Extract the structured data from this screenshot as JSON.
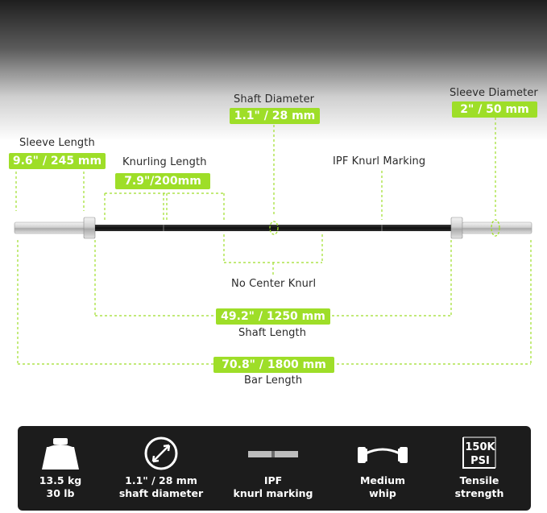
{
  "annotations": {
    "sleeve_length": {
      "label": "Sleeve Length",
      "value": "9.6\" / 245 mm"
    },
    "knurling_length": {
      "label": "Knurling Length",
      "value": "7.9\"/200mm"
    },
    "shaft_diameter": {
      "label": "Shaft Diameter",
      "value": "1.1\" / 28 mm"
    },
    "sleeve_diameter": {
      "label": "Sleeve Diameter",
      "value": "2\" / 50 mm"
    },
    "ipf_knurl_marking": {
      "label": "IPF Knurl Marking"
    },
    "no_center_knurl": {
      "label": "No Center Knurl"
    },
    "shaft_length": {
      "label": "Shaft Length",
      "value": "49.2\" / 1250 mm"
    },
    "bar_length": {
      "label": "Bar Length",
      "value": "70.8\" / 1800 mm"
    }
  },
  "specs": [
    {
      "icon": "weight-icon",
      "line1": "13.5 kg",
      "line2": "30 lb"
    },
    {
      "icon": "diameter-icon",
      "line1": "1.1\" / 28 mm",
      "line2": "shaft diameter"
    },
    {
      "icon": "knurl-bar-icon",
      "line1": "IPF",
      "line2": "knurl marking"
    },
    {
      "icon": "whip-bar-icon",
      "line1": "Medium",
      "line2": "whip"
    },
    {
      "icon": "psi-badge-icon",
      "badge_top": "150K",
      "badge_bottom": "PSI",
      "line1": "Tensile",
      "line2": "strength"
    }
  ],
  "colors": {
    "accent": "#9ede28",
    "panel": "#1c1c1c",
    "text": "#2b2b2b"
  }
}
